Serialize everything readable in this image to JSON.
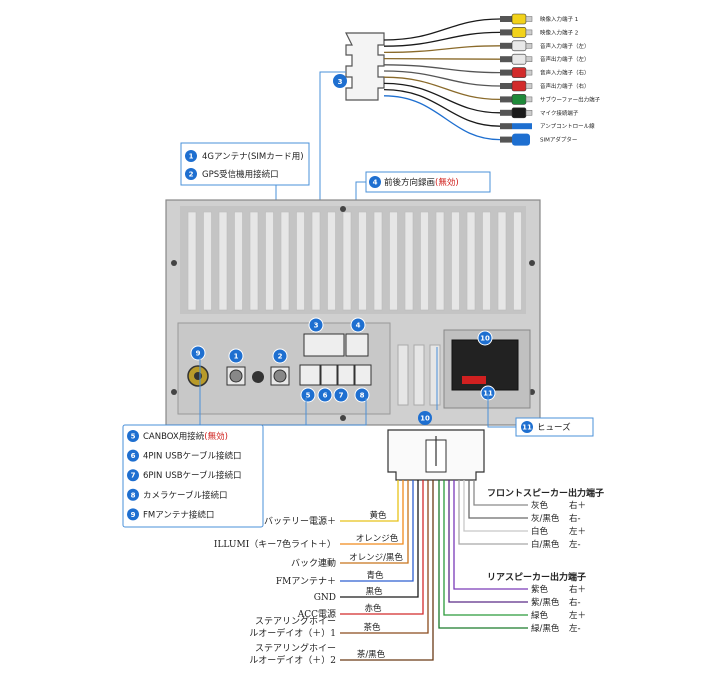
{
  "colors": {
    "accent": "#1e6fd0",
    "callout_border": "#4a90d9",
    "warning_red": "#d0201c",
    "chassis": "#cfcfcf"
  },
  "rca_labels": [
    {
      "text": "映像入力端子 1",
      "plug_color": "#f2d21a"
    },
    {
      "text": "映像入力端子 2",
      "plug_color": "#f2d21a"
    },
    {
      "text": "音声入力端子（左）",
      "plug_color": "#e8e8e8"
    },
    {
      "text": "音声出力端子（左）",
      "plug_color": "#e8e8e8"
    },
    {
      "text": "音声入力端子（右）",
      "plug_color": "#d22b2b"
    },
    {
      "text": "音声出力端子（右）",
      "plug_color": "#d22b2b"
    },
    {
      "text": "サブウーファー出力端子",
      "plug_color": "#1f8a3a"
    },
    {
      "text": "マイク接続端子",
      "plug_color": "#1a1a1a"
    },
    {
      "text": "アンプコントロール線",
      "plug_color": "#1e6fd0"
    },
    {
      "text": "SIMアダプター",
      "plug_color": "#1e6fd0"
    }
  ],
  "callouts": {
    "top_left": [
      {
        "num": "1",
        "text": "4Gアンテナ(SIMカード用)"
      },
      {
        "num": "2",
        "text": "GPS受信機用接続口"
      }
    ],
    "c3": {
      "num": "3"
    },
    "c4": {
      "num": "4",
      "text": "前後方向録画",
      "red": "(無効)"
    },
    "bottom_left": [
      {
        "num": "5",
        "text": "CANBOX用接続",
        "red": "(無効)"
      },
      {
        "num": "6",
        "text": "4PIN USBケーブル接続口"
      },
      {
        "num": "7",
        "text": "6PIN USBケーブル接続口"
      },
      {
        "num": "8",
        "text": "カメラケーブル接続口"
      },
      {
        "num": "9",
        "text": "FMアンテナ接続口"
      }
    ],
    "c10": {
      "num": "10"
    },
    "c11": {
      "num": "11",
      "text": "ヒューズ"
    }
  },
  "panel_markers": [
    "9",
    "1",
    "2",
    "3",
    "4",
    "5",
    "6",
    "7",
    "8",
    "10",
    "11"
  ],
  "left_wires": [
    {
      "label": "バッテリー電源＋",
      "color_name": "黄色",
      "wire_color": "#e8c21a"
    },
    {
      "label": "ILLUMI（キー7色ライト＋）",
      "color_name": "オレンジ色",
      "wire_color": "#f08a1c"
    },
    {
      "label": "バック連動",
      "color_name": "オレンジ/黒色",
      "wire_color": "#c8741c"
    },
    {
      "label": "FMアンテナ＋",
      "color_name": "青色",
      "wire_color": "#2d5fd0"
    },
    {
      "label": "GND",
      "color_name": "黒色",
      "wire_color": "#1a1a1a"
    },
    {
      "label": "ACC電源",
      "color_name": "赤色",
      "wire_color": "#d22b2b"
    },
    {
      "label": "ステアリングホイールオーデイオ（＋）1",
      "line1": "ステアリングホイー",
      "line2": "ルオーデイオ（＋）1",
      "color_name": "茶色",
      "wire_color": "#8a4a1c"
    },
    {
      "label": "ステアリングホイールオーデイオ（＋）2",
      "line1": "ステアリングホイー",
      "line2": "ルオーデイオ（＋）2",
      "color_name": "茶/黒色",
      "wire_color": "#6a3a16"
    }
  ],
  "front_speaker": {
    "title": "フロントスピーカー出力端子",
    "items": [
      {
        "color": "灰色",
        "side": "右＋",
        "wire_color": "#8a8a8a"
      },
      {
        "color": "灰/黒色",
        "side": "右-",
        "wire_color": "#6a6a6a"
      },
      {
        "color": "白色",
        "side": "左＋",
        "wire_color": "#c8c8c8"
      },
      {
        "color": "白/黒色",
        "side": "左-",
        "wire_color": "#a8a8a8"
      }
    ]
  },
  "rear_speaker": {
    "title": "リアスピーカー出力端子",
    "items": [
      {
        "color": "紫色",
        "side": "右＋",
        "wire_color": "#7a3ab8"
      },
      {
        "color": "紫/黒色",
        "side": "右-",
        "wire_color": "#5a2a88"
      },
      {
        "color": "緑色",
        "side": "左＋",
        "wire_color": "#2a9a3a"
      },
      {
        "color": "緑/黒色",
        "side": "左-",
        "wire_color": "#1a7a2a"
      }
    ]
  }
}
